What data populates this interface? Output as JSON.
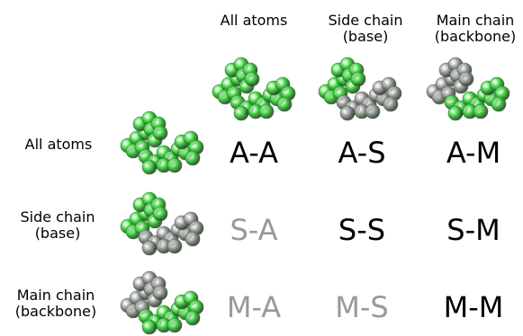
{
  "columns": [
    {
      "line1": "All atoms",
      "line2": ""
    },
    {
      "line1": "Side chain",
      "line2": "(base)"
    },
    {
      "line1": "Main chain",
      "line2": "(backbone)"
    }
  ],
  "rows": [
    {
      "line1": "All atoms",
      "line2": ""
    },
    {
      "line1": "Side chain",
      "line2": "(base)"
    },
    {
      "line1": "Main chain",
      "line2": "(backbone)"
    }
  ],
  "cells": [
    [
      {
        "label": "A-A",
        "color": "#000000"
      },
      {
        "label": "A-S",
        "color": "#000000"
      },
      {
        "label": "A-M",
        "color": "#000000"
      }
    ],
    [
      {
        "label": "S-A",
        "color": "#999999"
      },
      {
        "label": "S-S",
        "color": "#000000"
      },
      {
        "label": "S-M",
        "color": "#000000"
      }
    ],
    [
      {
        "label": "M-A",
        "color": "#999999"
      },
      {
        "label": "M-S",
        "color": "#999999"
      },
      {
        "label": "M-M",
        "color": "#000000"
      }
    ]
  ],
  "colors": {
    "highlight_atom": "#4be04b",
    "muted_atom": "#a6a6a6"
  },
  "molecule_icons": [
    {
      "name": "all-atoms-icon",
      "scheme": "all-green"
    },
    {
      "name": "side-chain-icon",
      "scheme": "side-chain-green"
    },
    {
      "name": "main-chain-icon",
      "scheme": "main-chain-green"
    }
  ]
}
